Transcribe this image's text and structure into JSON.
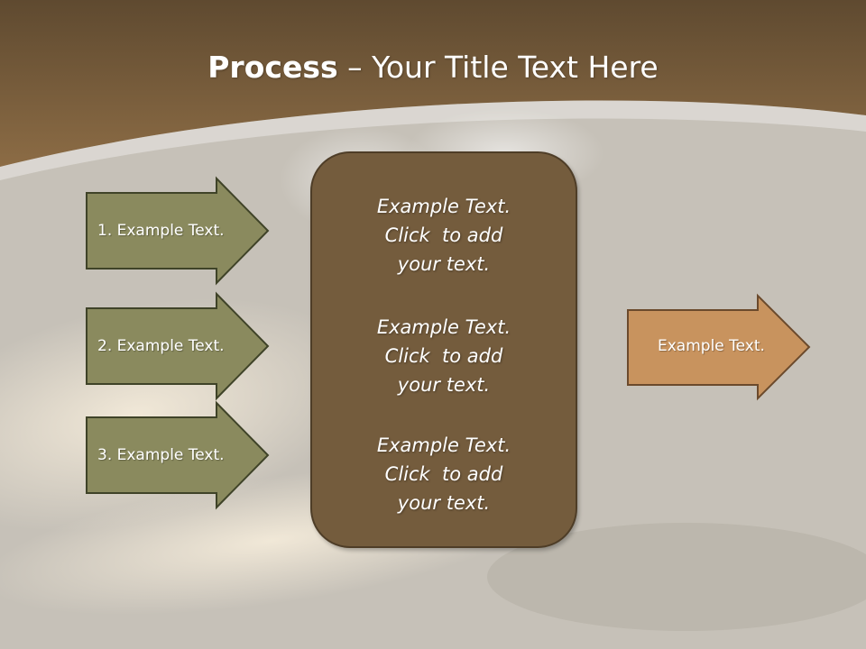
{
  "colors": {
    "header_brown": "#7a603e",
    "background_grey": "#c9c4bb",
    "center_box": "#745c3d",
    "green_arrow": "#8a8a5e",
    "output_arrow": "#c8935e"
  },
  "title": {
    "bold_part": "Process",
    "rest": " – Your Title Text Here"
  },
  "inputs": [
    {
      "label": "1. Example Text."
    },
    {
      "label": "2. Example Text."
    },
    {
      "label": "3. Example Text."
    }
  ],
  "center_blocks": [
    {
      "text": "Example Text.\nClick  to add\nyour text."
    },
    {
      "text": "Example Text.\nClick  to add\nyour text."
    },
    {
      "text": "Example Text.\nClick  to add\nyour text."
    }
  ],
  "output": {
    "label": "Example Text."
  }
}
